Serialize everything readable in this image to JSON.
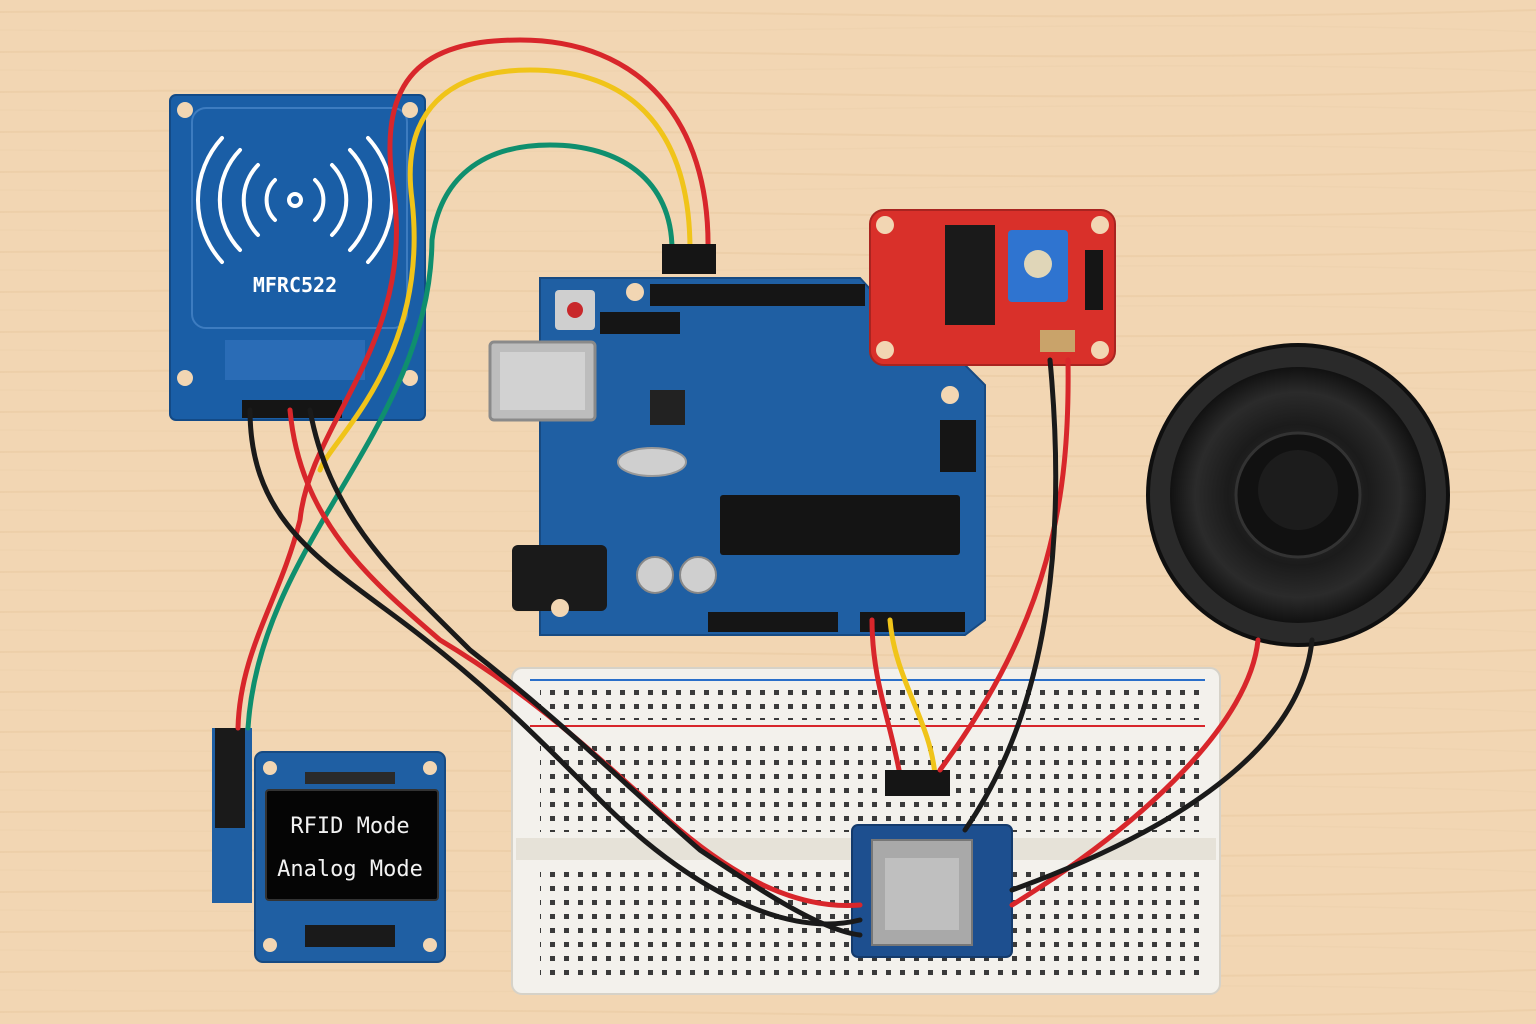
{
  "rfid_module": {
    "label": "MFRC522"
  },
  "oled_display": {
    "line1": "RFID Mode",
    "line2": "Analog Mode"
  },
  "colors": {
    "desk": "#f2d6b3",
    "arduino_board": "#1f5fa3",
    "rfid_board": "#1a5ea6",
    "relay_board": "#d9302a",
    "oled_board": "#1f5fa3",
    "sd_board": "#1d4f8f",
    "breadboard": "#f3f1ec",
    "speaker": "#1e1e1e",
    "wire_red": "#d8262b",
    "wire_yellow": "#f0c419",
    "wire_green": "#0f8f6e",
    "wire_black": "#1a1a1a"
  }
}
